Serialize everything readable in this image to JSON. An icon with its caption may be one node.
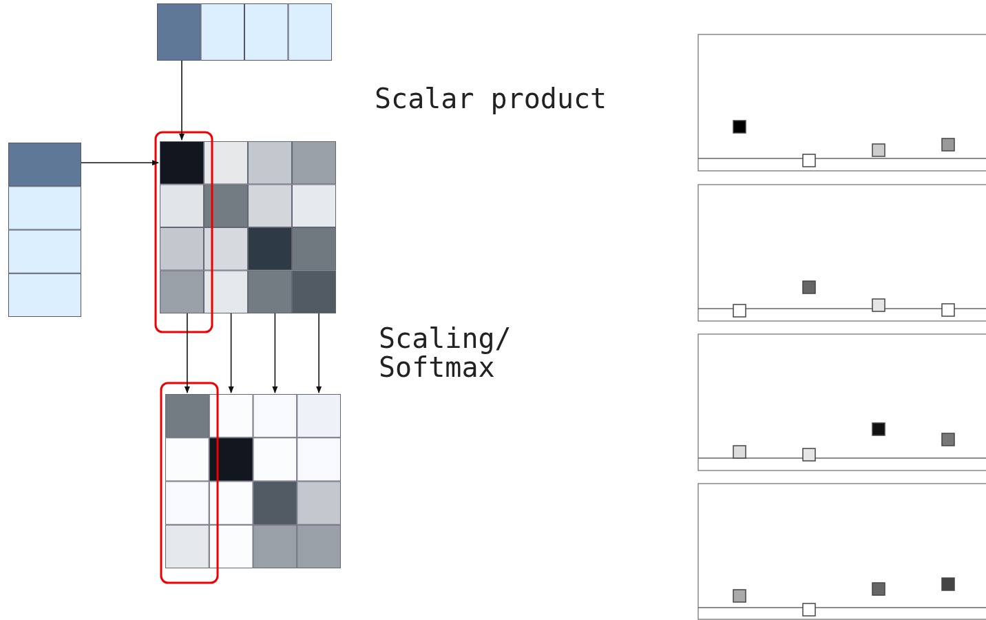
{
  "diagram": {
    "nodes": [
      {
        "text": [],
        "shape": "bar"
      },
      {
        "text": [],
        "shape": "bar"
      },
      {
        "text": [],
        "shape": "grid"
      },
      {
        "text": [],
        "shape": "grid"
      }
    ],
    "edges": [
      {
        "from": 0,
        "to": 2,
        "arrow": "to"
      },
      {
        "from": 1,
        "to": 2,
        "arrow": "to"
      },
      {
        "from": 2,
        "to": 3,
        "arrow": "to"
      },
      {
        "from": 2,
        "to": 3,
        "arrow": "to"
      },
      {
        "from": 2,
        "to": 3,
        "arrow": "to"
      },
      {
        "from": 2,
        "to": 3,
        "arrow": "to"
      }
    ],
    "labels": [
      "Scalar product",
      "Scaling/ Softmax"
    ]
  }
}
